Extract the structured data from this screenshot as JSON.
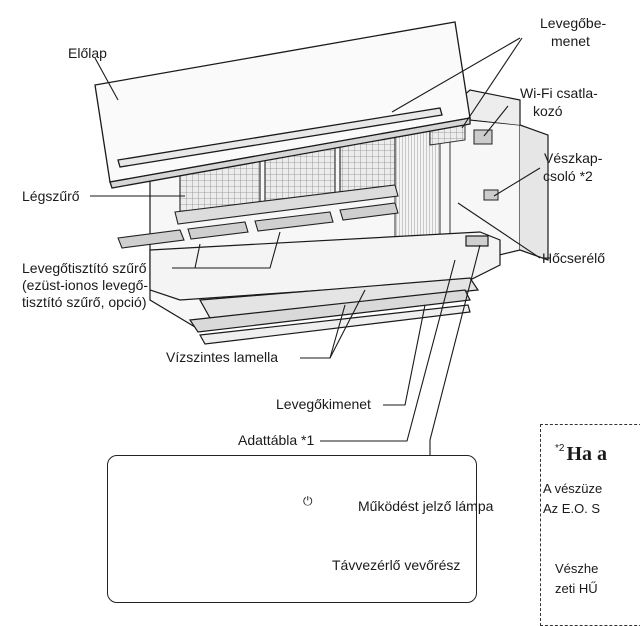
{
  "labels": {
    "front_panel": "Előlap",
    "air_inlet_1": "Levegőbe-",
    "air_inlet_2": "menet",
    "wifi_1": "Wi-Fi csatla-",
    "wifi_2": "kozó",
    "emergency_1": "Vészkap-",
    "emergency_2": "csoló *2",
    "air_filter": "Légszűrő",
    "heat_exchanger": "Hőcserélő",
    "purifier_1": "Levegőtisztító szűrő",
    "purifier_2": "(ezüst-ionos levegő-",
    "purifier_3": "tisztító szűrő, opció)",
    "louver": "Vízszintes lamella",
    "air_outlet": "Levegőkimenet",
    "rating_plate": "Adattábla *1",
    "operation_lamp": "Működést jelző lámpa",
    "remote_receiver": "Távvezérlő vevőrész"
  },
  "note": {
    "marker": "*2",
    "title": "Ha a",
    "line1": "A vészüze",
    "line2": "Az E.O. S",
    "line3": "Vészhe",
    "line4": "zeti HŰ"
  },
  "icons": {
    "power": "⏻"
  },
  "colors": {
    "line": "#1a1a1a",
    "unit_fill": "#f2f2f2",
    "filter_fill": "#d8d8d8"
  }
}
